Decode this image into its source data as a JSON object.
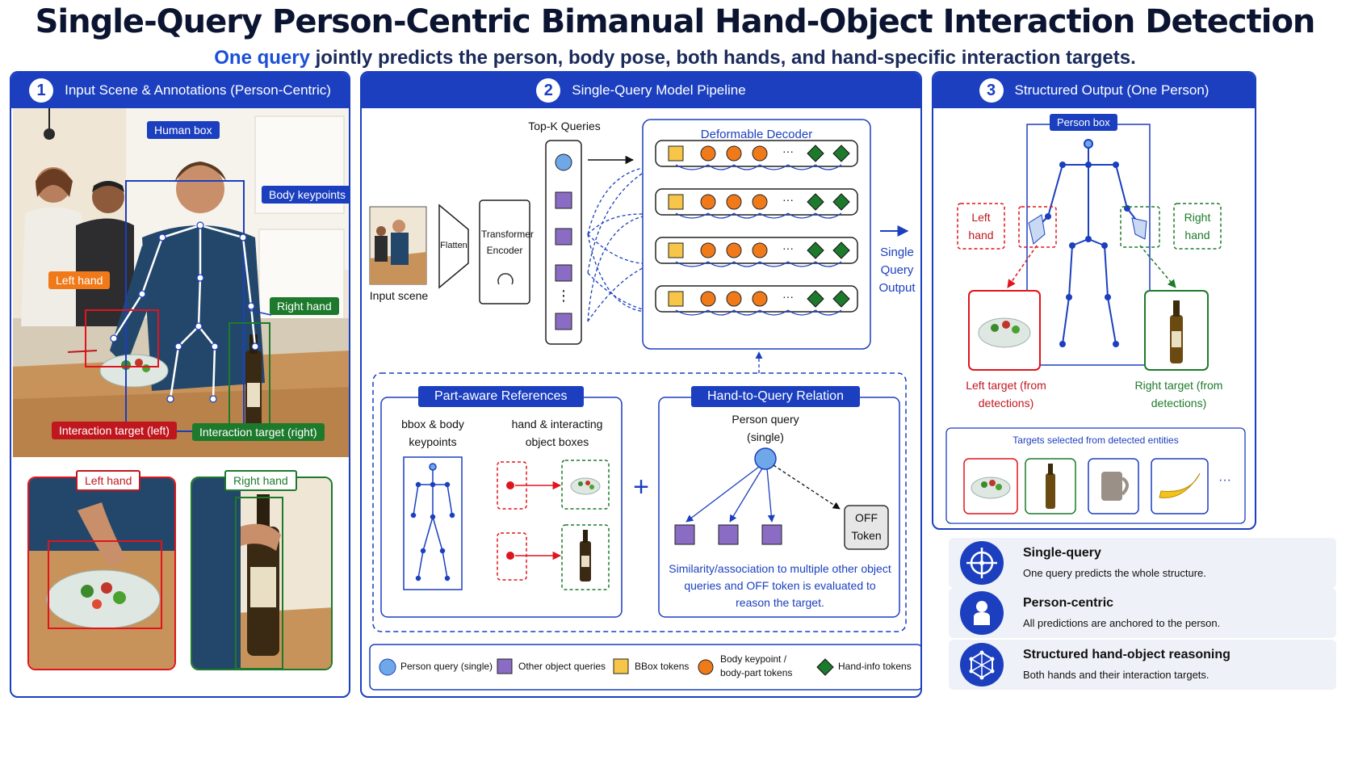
{
  "header": {
    "title": "Single-Query Person-Centric Bimanual Hand-Object Interaction Detection",
    "subtitle_highlight": "One query",
    "subtitle_rest": " jointly predicts the person, body pose, both hands, and hand-specific interaction targets."
  },
  "panel1": {
    "number": "1",
    "title": "Input Scene & Annotations (Person-Centric)",
    "labels": {
      "human_box": "Human box",
      "body_keypoints": "Body keypoints",
      "left_hand": "Left hand",
      "right_hand": "Right hand",
      "target_left": "Interaction target (left)",
      "target_right": "Interaction target (right)",
      "crop_left": "Left hand",
      "crop_right": "Right hand"
    }
  },
  "panel2": {
    "number": "2",
    "title": "Single-Query Model Pipeline",
    "input_scene": "Input scene",
    "flatten": "Flatten",
    "encoder": "Transformer Encoder",
    "topk": "Top-K Queries",
    "decoder": "Deformable Decoder",
    "ellipsis": "···",
    "vdots": "⋮",
    "output": "Single Query Output",
    "part_aware": {
      "title": "Part-aware References",
      "col1": "bbox & body keypoints",
      "col2": "hand & interacting object boxes"
    },
    "plus": "+",
    "relation": {
      "title": "Hand-to-Query Relation",
      "person_query": "Person query (single)",
      "off_token": "OFF Token",
      "caption": "Similarity/association to multiple other object queries and OFF token is evaluated to reason the target."
    },
    "legend": [
      {
        "label": "Person query (single)",
        "shape": "circle",
        "color": "#6fa8e8"
      },
      {
        "label": "Other object queries",
        "shape": "square",
        "color": "#8a6cc4"
      },
      {
        "label": "BBox tokens",
        "shape": "square",
        "color": "#f7c548"
      },
      {
        "label": "Body keypoint / body-part tokens",
        "shape": "circle",
        "color": "#f07a1a"
      },
      {
        "label": "Hand-info tokens",
        "shape": "diamond",
        "color": "#1d7a2c"
      }
    ]
  },
  "panel3": {
    "number": "3",
    "title": "Structured Output (One Person)",
    "person_box": "Person box",
    "left_hand": "Left hand",
    "right_hand": "Right hand",
    "left_target": "Left target (from detections)",
    "right_target": "Right target (from detections)",
    "targets_caption": "Targets selected from detected entities",
    "more": "···"
  },
  "features": [
    {
      "title": "Single-query",
      "desc": "One query predicts the whole structure.",
      "icon": "crosshair-icon"
    },
    {
      "title": "Person-centric",
      "desc": "All predictions are anchored to the person.",
      "icon": "person-icon"
    },
    {
      "title": "Structured hand-object reasoning",
      "desc": "Both hands and their interaction targets.",
      "icon": "network-cube-icon"
    }
  ],
  "colors": {
    "brand_blue": "#1b3fbf",
    "left_red": "#c0171f",
    "right_green": "#1d7a2c",
    "keypoint_orange": "#f07a1a",
    "bbox_yellow": "#f7c548",
    "query_purple": "#8a6cc4",
    "person_query_blue": "#6fa8e8"
  }
}
